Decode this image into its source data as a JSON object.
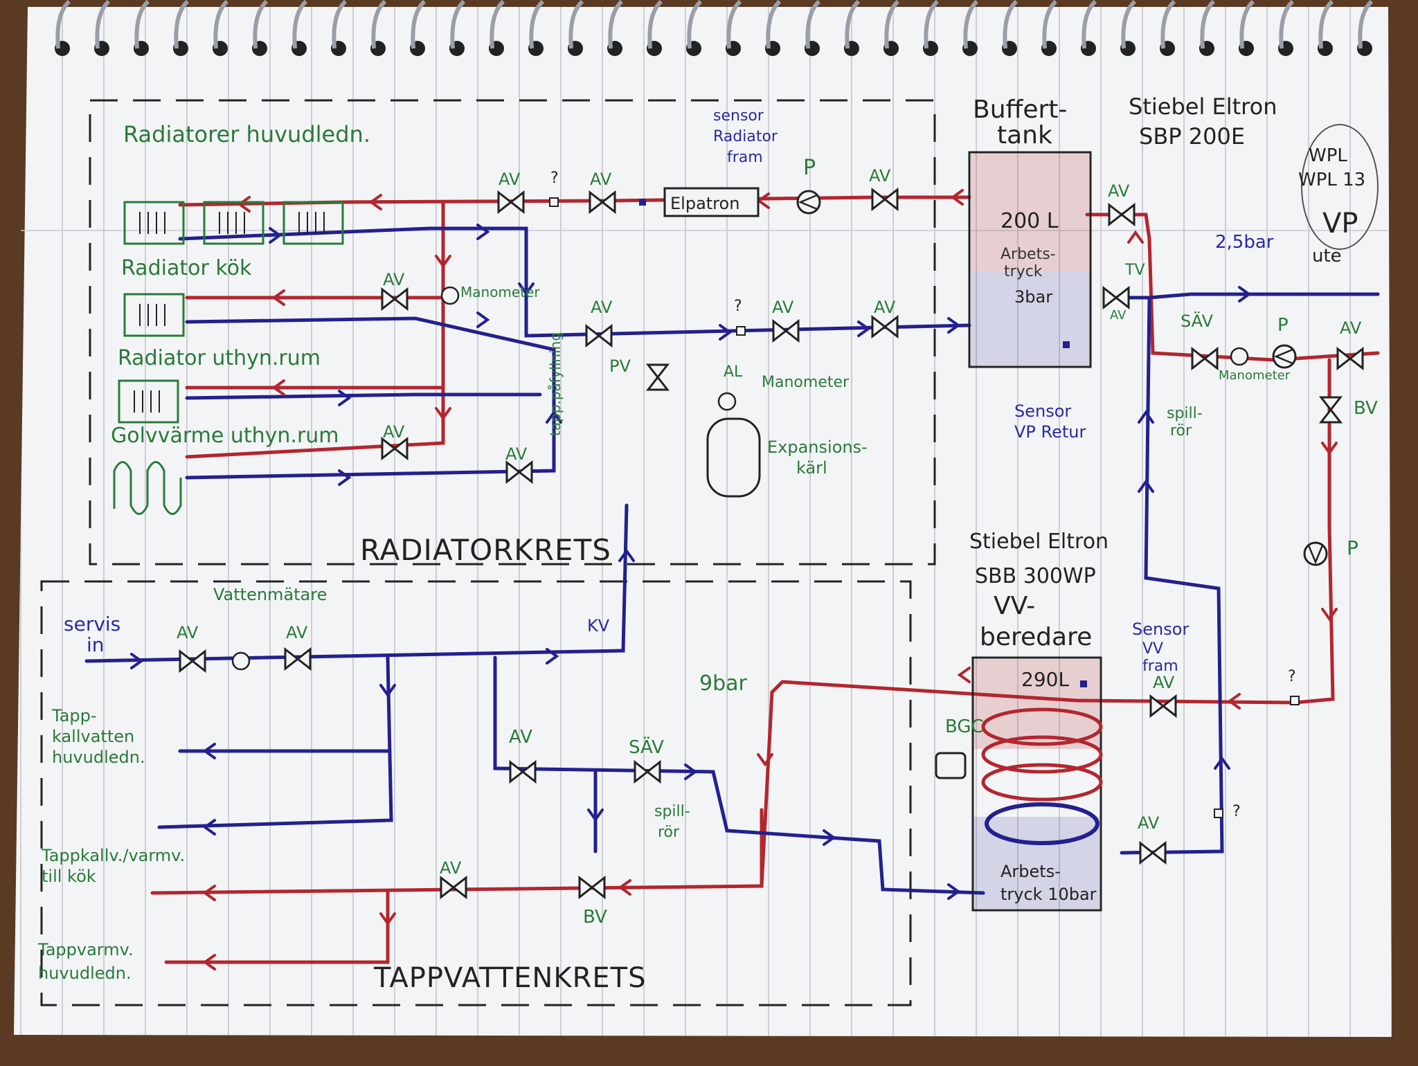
{
  "colors": {
    "hot": "#b3262e",
    "cold": "#23208f",
    "label_green": "#2a7a3a",
    "label_blue": "#2a2aa0",
    "ink": "#222222",
    "paper": "#f3f4f6",
    "desk": "#5a3a22"
  },
  "zones": {
    "radiator": "RADIATORKRETS",
    "tapwater": "TAPPVATTENKRETS"
  },
  "buffer_tank": {
    "title_1": "Buffert-",
    "title_2": "tank",
    "model_1": "Stiebel Eltron",
    "model_2": "SBP 200E",
    "volume": "200 L",
    "pressure_1": "Arbets-",
    "pressure_2": "tryck",
    "pressure_3": "3bar"
  },
  "heat_pump": {
    "model_1": "WPL",
    "model_2": "WPL 13",
    "type": "VP",
    "location": "ute"
  },
  "water_heater": {
    "model_1": "Stiebel Eltron",
    "model_2": "SBB 300WP",
    "title_1": "VV-",
    "title_2": "beredare",
    "volume": "290L",
    "pressure_1": "Arbets-",
    "pressure_2": "tryck 10bar",
    "bgc": "BGC"
  },
  "radiators": {
    "main": "Radiatorer huvudledn.",
    "kitchen": "Radiator kök",
    "utility": "Radiator uthyn.rum",
    "floor": "Golvvärme uthyn.rum"
  },
  "sensors": {
    "radiator_1": "sensor",
    "radiator_2": "Radiator",
    "radiator_3": "fram",
    "vp_1": "Sensor",
    "vp_2": "VP Retur",
    "vv_1": "Sensor",
    "vv_2": "VV",
    "vv_3": "fram"
  },
  "components": {
    "elpatron": "Elpatron",
    "manometer": "Manometer",
    "manometer_2": "Manometer",
    "manometer_3": "Manometer",
    "expansion_1": "Expansions-",
    "expansion_2": "kärl",
    "al": "AL",
    "pv": "PV",
    "tv": "TV",
    "pressure_25": "2,5bar",
    "pressure_9": "9bar",
    "spill_1": "spill-",
    "spill_2": "rör",
    "spill_3": "spill-",
    "spill_4": "rör",
    "tapp_fill": "tapp.påfyllning",
    "kv": "KV",
    "vattenmatare": "Vattenmätare"
  },
  "valve_labels": {
    "av": "AV",
    "sav": "SÄV",
    "bv": "BV",
    "p": "P",
    "q": "?"
  },
  "tap_lines": {
    "service_1": "servis",
    "service_2": "in",
    "cold_main_1": "Tapp-",
    "cold_main_2": "kallvatten",
    "cold_main_3": "huvudledn.",
    "kitchen_1": "Tappkallv./varmv.",
    "kitchen_2": "till kök",
    "hot_main_1": "Tappvarmv.",
    "hot_main_2": "huvudledn."
  }
}
